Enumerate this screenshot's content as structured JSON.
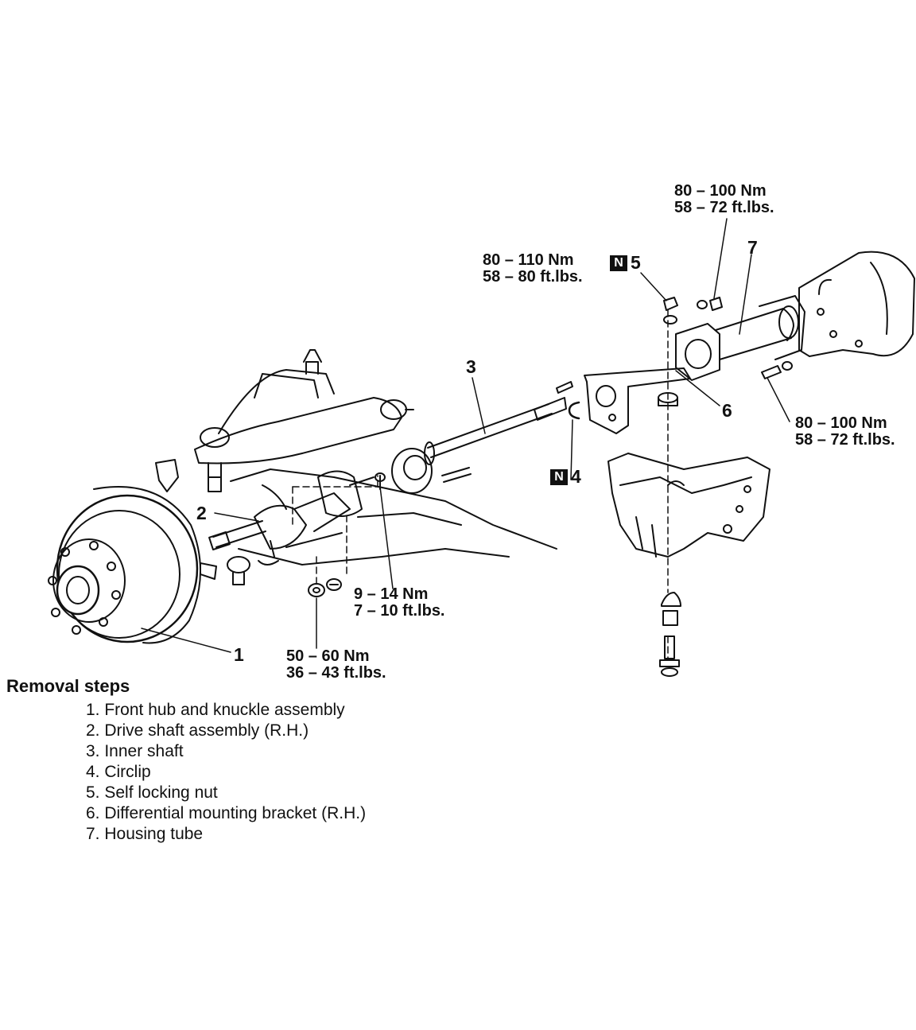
{
  "torque": {
    "t1": {
      "nm": "80 – 100 Nm",
      "ft": "58 – 72 ft.lbs."
    },
    "t2": {
      "nm": "80 – 110 Nm",
      "ft": "58 – 80 ft.lbs."
    },
    "t3": {
      "nm": "80 – 100 Nm",
      "ft": "58 – 72 ft.lbs."
    },
    "t4": {
      "nm": "9 – 14 Nm",
      "ft": "7 – 10 ft.lbs."
    },
    "t5": {
      "nm": "50 – 60 Nm",
      "ft": "36 – 43 ft.lbs."
    }
  },
  "callouts": {
    "c1": "1",
    "c2": "2",
    "c3": "3",
    "c4": "4",
    "c5": "5",
    "c6": "6",
    "c7": "7",
    "n_mark": "N"
  },
  "removal": {
    "title": "Removal steps",
    "steps": [
      "1. Front hub and knuckle assembly",
      "2. Drive shaft assembly (R.H.)",
      "3. Inner shaft",
      "4. Circlip",
      "5. Self locking nut",
      "6. Differential mounting bracket (R.H.)",
      "7. Housing tube"
    ]
  }
}
